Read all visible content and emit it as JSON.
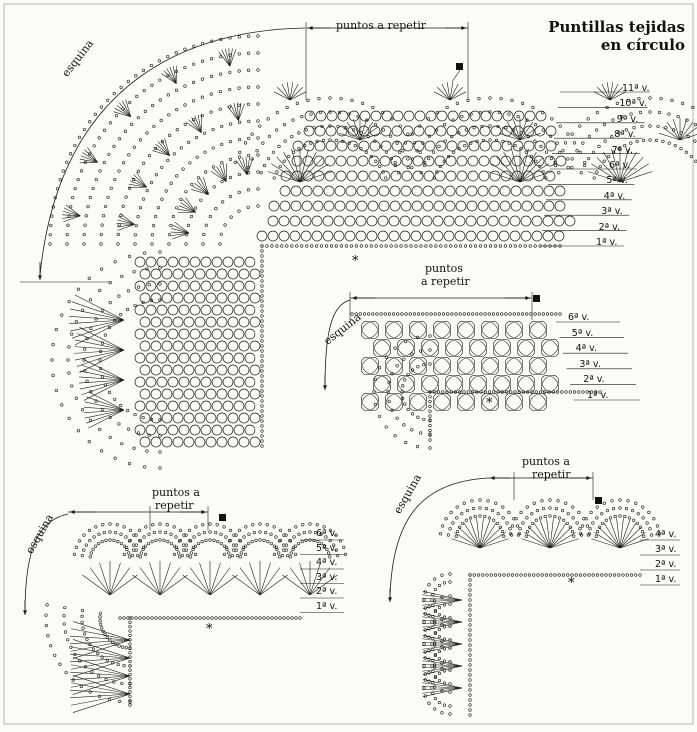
{
  "title": {
    "line1": "Puntillas tejidas",
    "line2": "en círculo"
  },
  "diagrams": [
    {
      "corner_label": "esquina",
      "repeat_label": "puntos a repetir",
      "start_mark": "*",
      "rows": [
        "11ª v.",
        "10ª v.",
        "9ª v.",
        "8ª v.",
        "7ª v.",
        "6ª v.",
        "5ª v.",
        "4ª v.",
        "3ª v.",
        "2ª v.",
        "1ª v."
      ]
    },
    {
      "corner_label": "esquina",
      "repeat_label_1": "puntos",
      "repeat_label_2": "a repetir",
      "start_mark": "*",
      "rows": [
        "6ª v.",
        "5ª v.",
        "4ª v.",
        "3ª v.",
        "2ª v.",
        "1ª v."
      ]
    },
    {
      "corner_label": "esquina",
      "repeat_label_1": "puntos a",
      "repeat_label_2": "repetir",
      "start_mark": "*",
      "rows": [
        "6ª v.",
        "5ª v.",
        "4ª v.",
        "3ª v.",
        "2ª v.",
        "1ª v."
      ]
    },
    {
      "corner_label": "esquina",
      "repeat_label_1": "puntos a",
      "repeat_label_2": "repetir",
      "start_mark": "*",
      "rows": [
        "4ª v.",
        "3ª v.",
        "2ª v.",
        "1ª v."
      ]
    }
  ]
}
